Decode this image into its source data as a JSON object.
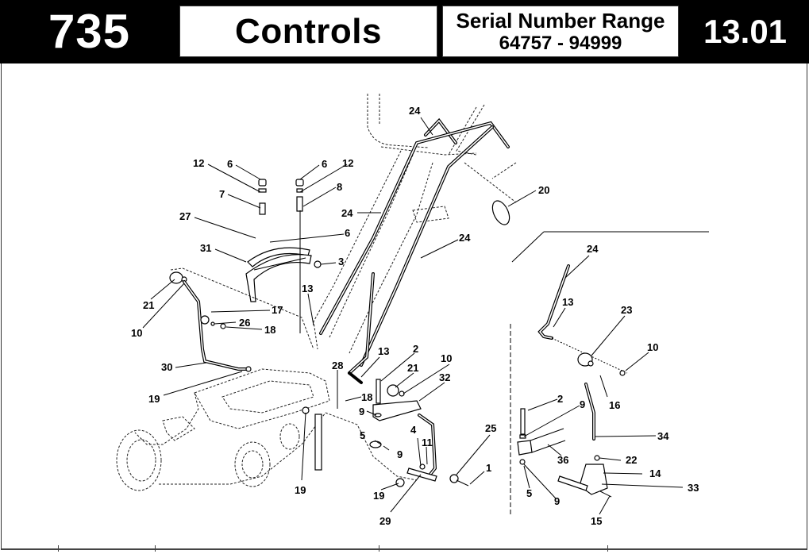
{
  "header": {
    "model": "735",
    "title": "Controls",
    "serial_label": "Serial Number Range",
    "serial_range": "64757  -  94999",
    "page_number": "13.01"
  },
  "diagram": {
    "callouts": {
      "c24a": "24",
      "c20": "20",
      "c12a": "12",
      "c6a": "6",
      "c6b": "6",
      "c12b": "12",
      "c7": "7",
      "c8": "8",
      "c24b": "24",
      "c27": "27",
      "c6c": "6",
      "c24c": "24",
      "c31": "31",
      "c3": "3",
      "c13a": "13",
      "c21a": "21",
      "c10a": "10",
      "c17": "17",
      "c26": "26",
      "c18a": "18",
      "c30": "30",
      "c19a": "19",
      "c13b": "13",
      "c2a": "2",
      "c10b": "10",
      "c21b": "21",
      "c32": "32",
      "c28": "28",
      "c18b": "18",
      "c9a": "9",
      "c5a": "5",
      "c9b": "9",
      "c4": "4",
      "c11": "11",
      "c25": "25",
      "c1": "1",
      "c19b": "19",
      "c19c": "19",
      "c29": "29",
      "c24d": "24",
      "c13c": "13",
      "c23": "23",
      "c10c": "10",
      "c16": "16",
      "c2b": "2",
      "c9c": "9",
      "c34": "34",
      "c36": "36",
      "c22": "22",
      "c14": "14",
      "c33": "33",
      "c5b": "5",
      "c9d": "9",
      "c15": "15"
    }
  }
}
